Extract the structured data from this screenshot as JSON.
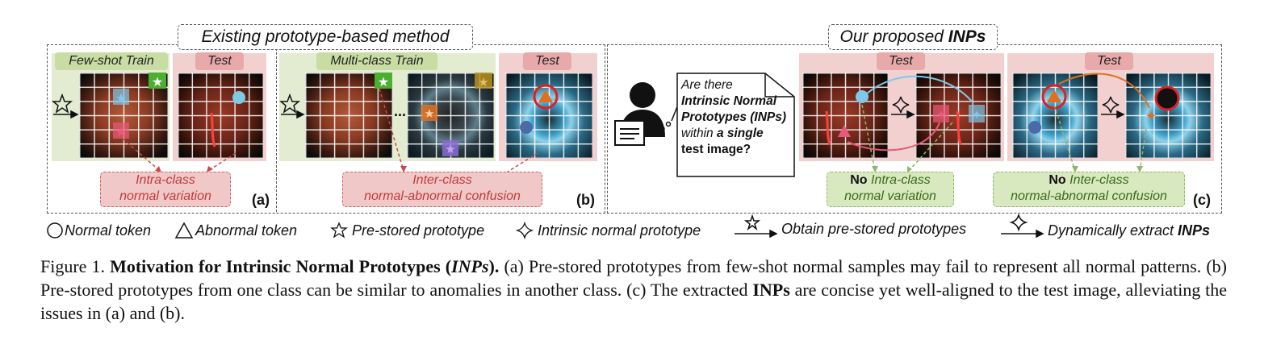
{
  "panel_a_b": {
    "title": "Existing prototype-based method",
    "few_shot_label": "Few-shot Train",
    "test_label_a": "Test",
    "multi_class_label": "Multi-class Train",
    "test_label_b": "Test",
    "caption_a": [
      "Intra-class",
      "normal variation"
    ],
    "caption_b": [
      "Inter-class",
      "normal-abnormal confusion"
    ],
    "letter_a": "(a)",
    "letter_b": "(b)",
    "ellipsis": "..."
  },
  "panel_c": {
    "title_prefix": "Our proposed ",
    "title_bold": "INPs",
    "question": {
      "line1": "Are there",
      "line2": "Intrinsic Normal",
      "line3": "Prototypes (INPs)",
      "line4": "within ",
      "line4_bold": "a single",
      "line5": "test image",
      "line5_end": "?"
    },
    "test_label_1": "Test",
    "test_label_2": "Test",
    "caption_1_bold": "No ",
    "caption_1_ital": "Intra-class",
    "caption_1_line2": "normal variation",
    "caption_2_bold": "No ",
    "caption_2_ital": "Inter-class",
    "caption_2_line2": "normal-abnormal confusion",
    "letter_c": "(c)"
  },
  "legend": {
    "normal_token": "Normal token",
    "abnormal_token": "Abnormal token",
    "pre_stored": "Pre-stored prototype",
    "intrinsic": "Intrinsic normal prototype",
    "obtain": "Obtain pre-stored prototypes",
    "extract_prefix": "Dynamically extract ",
    "extract_bold": "INPs"
  },
  "caption": {
    "prefix": "Figure 1.  ",
    "bold_a": "Motivation for Intrinsic Normal Prototypes (",
    "bold_i": "INPs",
    "bold_b": ").",
    "text1": "  (a) Pre-stored prototypes from few-shot normal samples may fail to represent all normal patterns. (b) Pre-stored prototypes from one class can be similar to anomalies in another class. (c) The extracted ",
    "bold_inps": "INPs",
    "text2": " are concise yet well-aligned to the test image, alleviating the issues in (a) and (b)."
  },
  "colors": {
    "green_bg": "#e3ecd1",
    "pink_bg": "#f2d0d0",
    "normal_proto": "#7ec8e8",
    "abnormal_proto": "#e85a7a",
    "train_star": "#4caf2f",
    "defect_orange": "#e07020"
  }
}
